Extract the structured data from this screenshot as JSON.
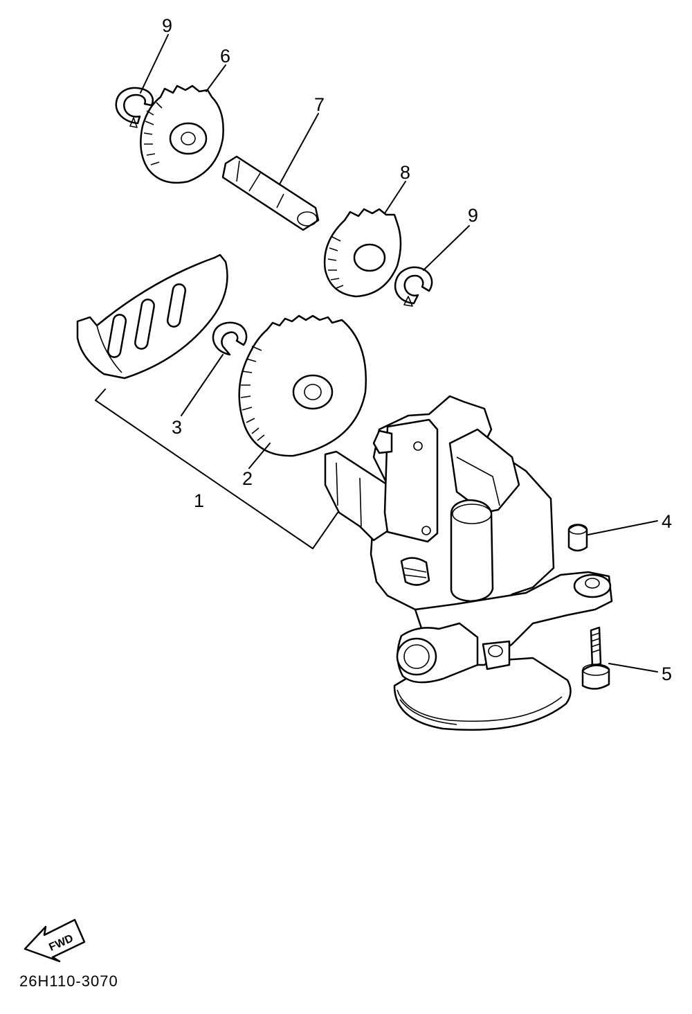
{
  "diagram": {
    "callouts": {
      "c1": "1",
      "c2": "2",
      "c3": "3",
      "c4": "4",
      "c5": "5",
      "c6": "6",
      "c7": "7",
      "c8": "8",
      "c9a": "9",
      "c9b": "9"
    },
    "fwd_label": "FWD",
    "drawing_code": "26H110-3070"
  }
}
